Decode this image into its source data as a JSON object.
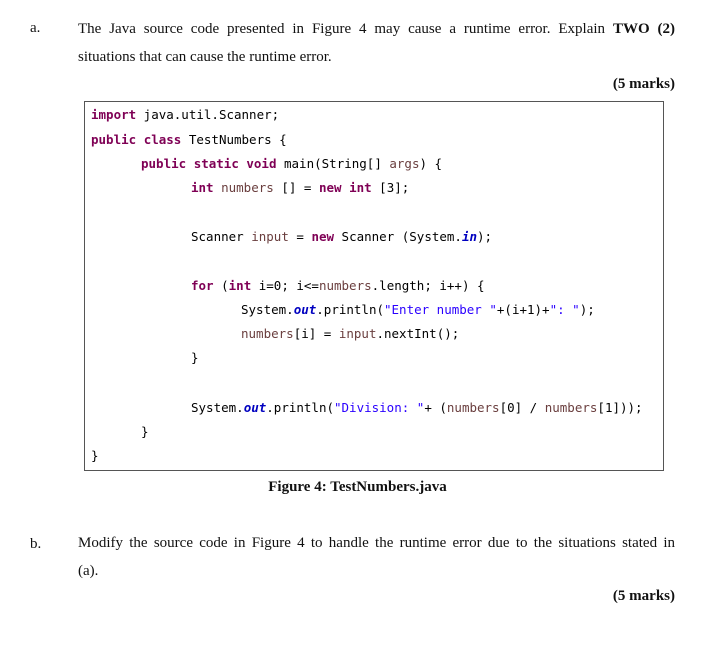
{
  "question_a": {
    "letter": "a.",
    "text_before_bold": "The Java source code presented in Figure 4 may cause a runtime error. Explain",
    "bold": "TWO (2)",
    "text_line2": "situations that can cause the runtime error.",
    "marks": "(5 marks)"
  },
  "code": {
    "l1_kw": "import",
    "l1_rest": " java.util.Scanner;",
    "l2_kw1": "public",
    "l2_kw2": "class",
    "l2_rest": " TestNumbers {",
    "l3_kw1": "public",
    "l3_kw2": "static",
    "l3_kw3": "void",
    "l3_mid": " main(String[] ",
    "l3_var": "args",
    "l3_end": ") {",
    "l4_kw": "int",
    "l4_var": " numbers",
    "l4_mid": " [] = ",
    "l4_kw2": "new",
    "l4_sp": " ",
    "l4_kw3": "int",
    "l4_end": " [3];",
    "l5_a": "Scanner ",
    "l5_var": "input",
    "l5_b": " = ",
    "l5_kw": "new",
    "l5_c": " Scanner (System.",
    "l5_fld": "in",
    "l5_d": ");",
    "l6_kw": "for",
    "l6_a": " (",
    "l6_kw2": "int",
    "l6_b": " i=0; i<=",
    "l6_var": "numbers",
    "l6_c": ".length; i++) {",
    "l7_a": "System.",
    "l7_fld": "out",
    "l7_b": ".println(",
    "l7_str": "\"Enter number \"",
    "l7_c": "+(i+1)+",
    "l7_str2": "\": \"",
    "l7_d": ");",
    "l8_var": "numbers",
    "l8_a": "[i] = ",
    "l8_var2": "input",
    "l8_b": ".nextInt();",
    "l9": "}",
    "l10_a": "System.",
    "l10_fld": "out",
    "l10_b": ".println(",
    "l10_str": "\"Division: \"",
    "l10_c": "+ (",
    "l10_var": "numbers",
    "l10_d": "[0] / ",
    "l10_var2": "numbers",
    "l10_e": "[1]));",
    "l11": "}",
    "l12": "}"
  },
  "caption": "Figure 4: TestNumbers.java",
  "question_b": {
    "letter": "b.",
    "text_line1": "Modify the source code in Figure 4 to handle the runtime error due to the situations stated in",
    "text_line2": "(a).",
    "marks": "(5 marks)"
  }
}
